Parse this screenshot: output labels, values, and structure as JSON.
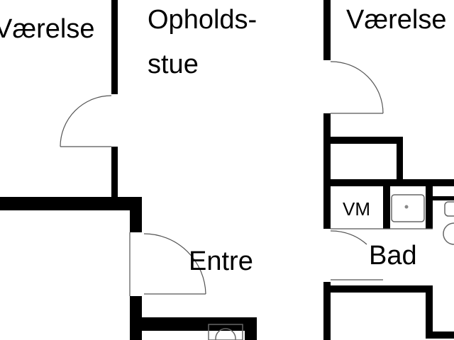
{
  "floor_plan": {
    "rooms": {
      "bedroom_left": "Værelse",
      "living_room_line1": "Opholds-",
      "living_room_line2": "stue",
      "bedroom_right": "Værelse",
      "washing_machine": "VM",
      "bathroom": "Bad",
      "entrance": "Entre"
    },
    "colors": {
      "wall": "#000000",
      "background": "#ffffff",
      "fixture_line": "#666666"
    }
  }
}
